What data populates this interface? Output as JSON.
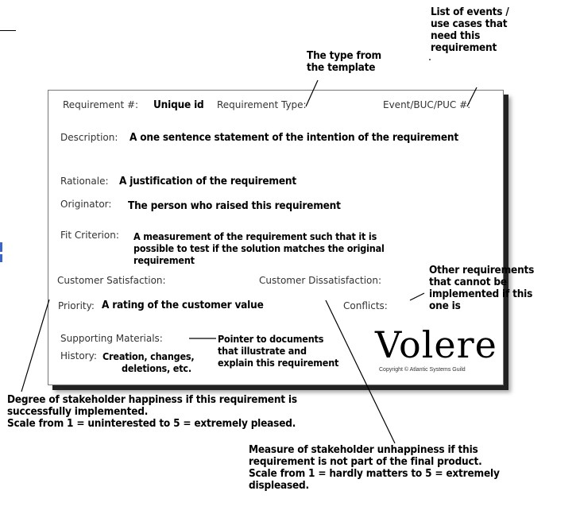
{
  "callouts": {
    "events": [
      "List of events /",
      "use cases that",
      "need this",
      "requirement"
    ],
    "type": [
      "The type from",
      "the template"
    ],
    "other_reqs": [
      "Other requirements",
      "that cannot be",
      "implemented if this",
      "one is"
    ],
    "happiness": [
      "Degree of stakeholder happiness if this requirement is",
      "successfully implemented.",
      "Scale from 1 = uninterested to 5 = extremely pleased."
    ],
    "unhappiness": [
      "Measure of stakeholder unhappiness if this",
      "requirement is not part of the final product.",
      "Scale from 1 = hardly matters to 5 = extremely",
      "displeased."
    ]
  },
  "card": {
    "requirement_label": "Requirement #:",
    "requirement_value": "Unique id",
    "type_label": "Requirement Type:",
    "event_label": "Event/BUC/PUC #:",
    "description_label": "Description:",
    "description_value": "A one sentence statement of the intention of the requirement",
    "rationale_label": "Rationale:",
    "rationale_value": "A justification of the requirement",
    "originator_label": "Originator:",
    "originator_value": "The person who raised this requirement",
    "fit_label": "Fit Criterion:",
    "fit_value": [
      "A measurement of the requirement such that it is",
      "possible to test if the solution matches the original",
      "requirement"
    ],
    "satisfaction_label": "Customer Satisfaction:",
    "dissatisfaction_label": "Customer Dissatisfaction:",
    "priority_label": "Priority:",
    "priority_value": "A rating of the customer value",
    "conflicts_label": "Conflicts:",
    "supporting_label": "Supporting Materials:",
    "supporting_value": [
      "Pointer to documents",
      "that illustrate and",
      "explain this requirement"
    ],
    "history_label": "History:",
    "history_value": [
      "Creation, changes,",
      "deletions, etc."
    ],
    "logo": "Volere",
    "copyright": "Copyright © Atlantic Systems Guild"
  }
}
